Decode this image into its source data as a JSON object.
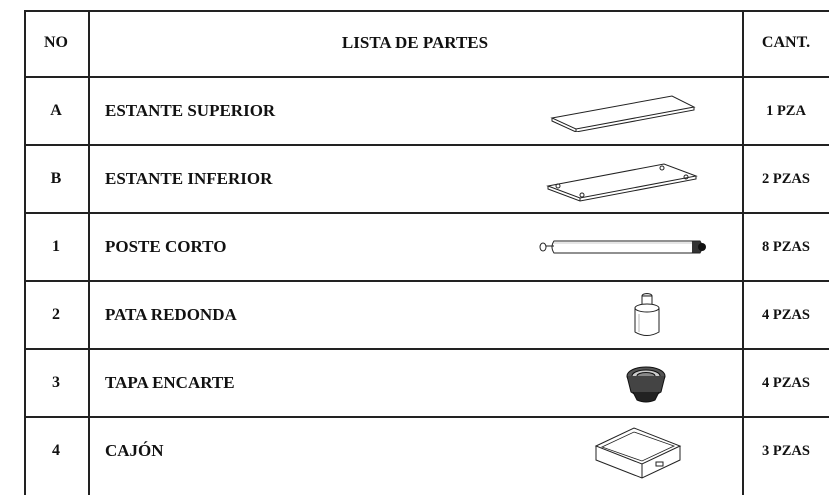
{
  "header": {
    "no": "NO",
    "list": "LISTA DE PARTES",
    "qty": "CANT."
  },
  "rows": [
    {
      "no": "A",
      "name": "ESTANTE SUPERIOR",
      "qty": "1 PZA",
      "icon": "flat-shelf-panel"
    },
    {
      "no": "B",
      "name": "ESTANTE INFERIOR",
      "qty": "2 PZAS",
      "icon": "shelf-panel-with-holes"
    },
    {
      "no": "1",
      "name": "POSTE CORTO",
      "qty": "8 PZAS",
      "icon": "short-post"
    },
    {
      "no": "2",
      "name": "PATA REDONDA",
      "qty": "4 PZAS",
      "icon": "round-leg"
    },
    {
      "no": "3",
      "name": "TAPA ENCARTE",
      "qty": "4 PZAS",
      "icon": "insert-cap"
    },
    {
      "no": "4",
      "name": "CAJÓN",
      "qty": "3 PZAS",
      "icon": "drawer-box"
    }
  ]
}
